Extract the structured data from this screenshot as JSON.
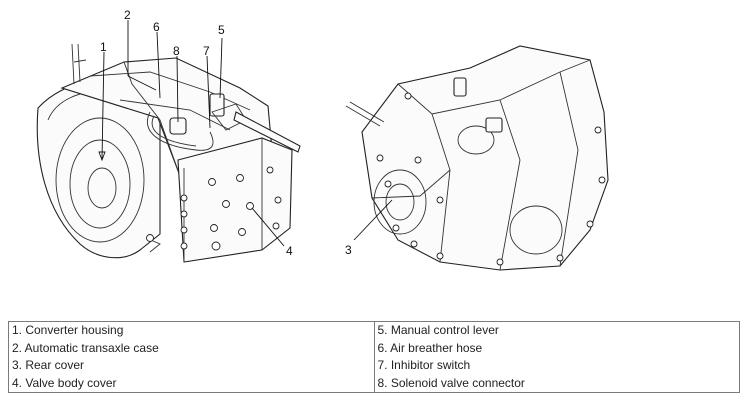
{
  "callouts": {
    "n1": "1",
    "n2": "2",
    "n3": "3",
    "n4": "4",
    "n5": "5",
    "n6": "6",
    "n7": "7",
    "n8": "8"
  },
  "legend": {
    "left": [
      "1. Converter housing",
      "2. Automatic transaxle case",
      "3. Rear cover",
      "4. Valve body cover"
    ],
    "right": [
      "5. Manual control lever",
      "6. Air breather hose",
      "7. Inhibitor switch",
      "8. Solenoid valve connector"
    ]
  }
}
